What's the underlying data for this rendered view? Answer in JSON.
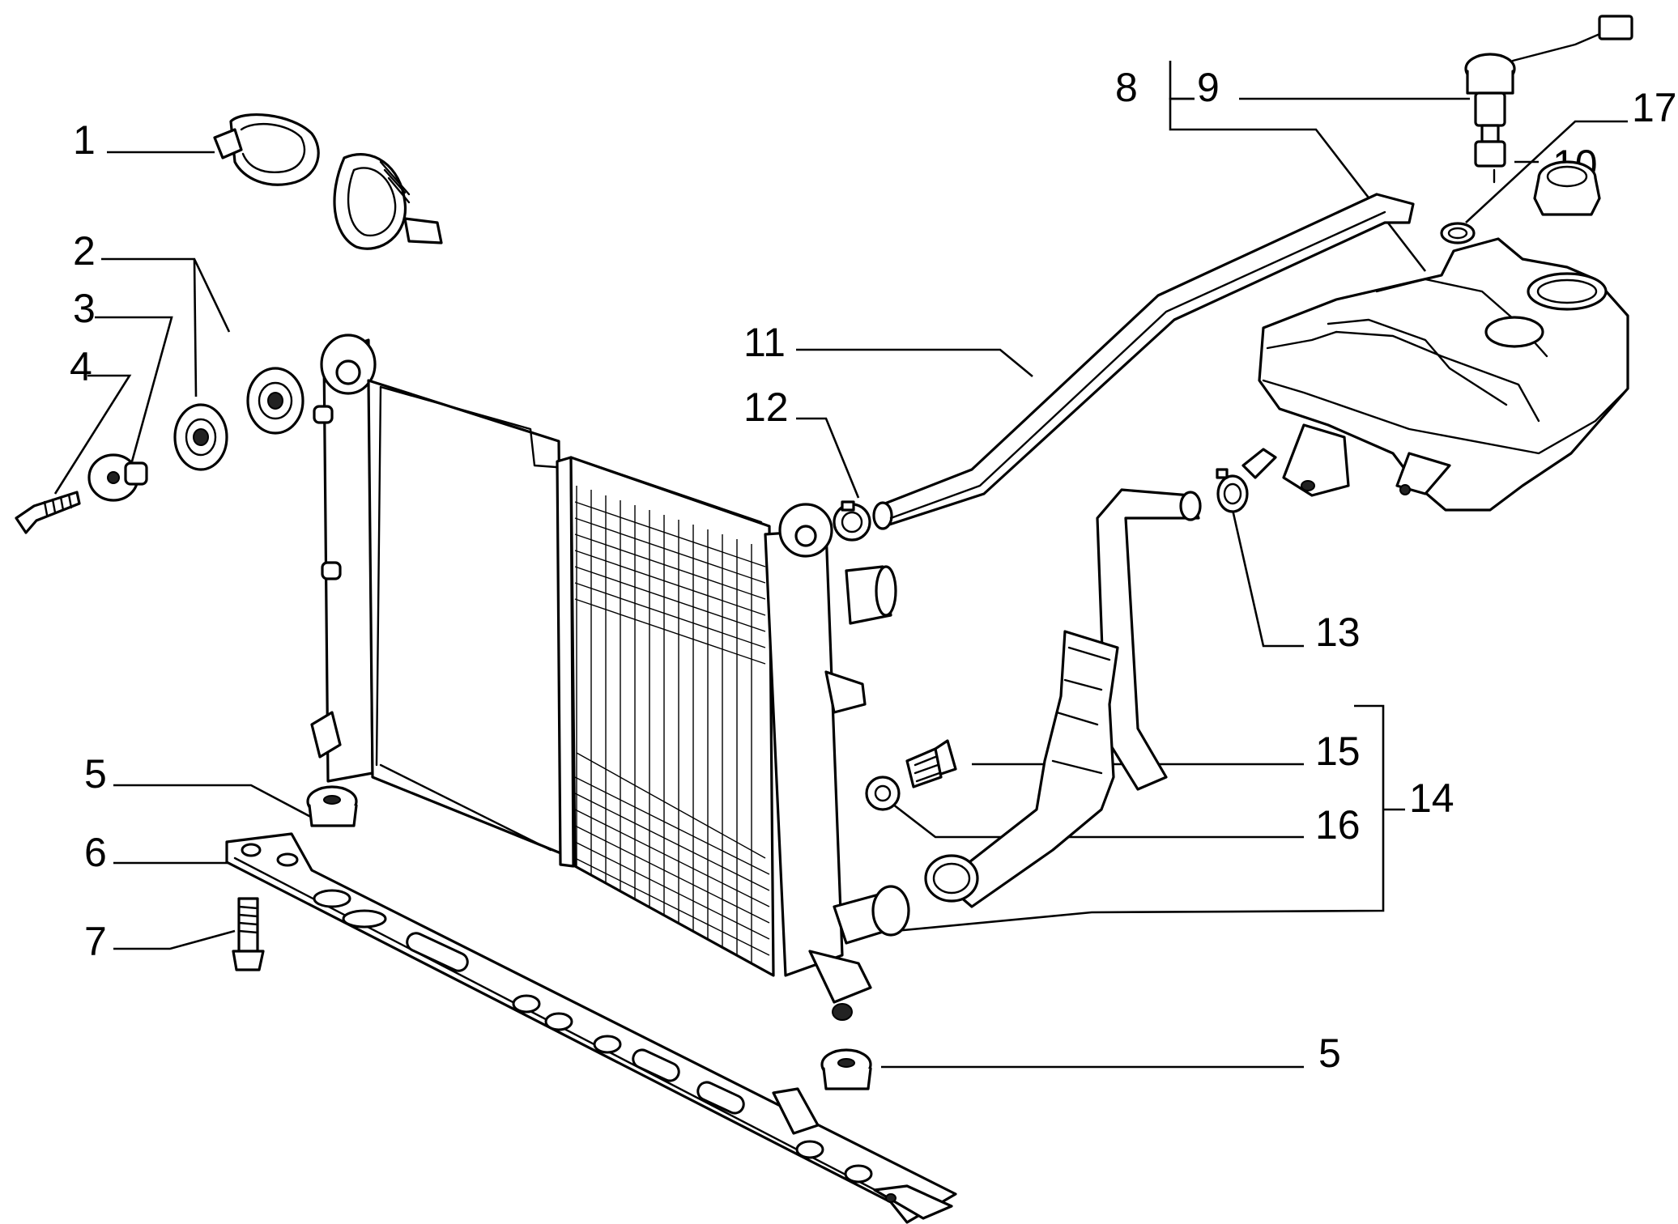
{
  "labels": {
    "l1": "1",
    "l2": "2",
    "l3": "3",
    "l4": "4",
    "l5a": "5",
    "l5b": "5",
    "l6": "6",
    "l7": "7",
    "l8": "8",
    "l9": "9",
    "l10": "10",
    "l11": "11",
    "l12": "12",
    "l13": "13",
    "l14": "14",
    "l15": "15",
    "l16": "16",
    "l17": "17"
  }
}
